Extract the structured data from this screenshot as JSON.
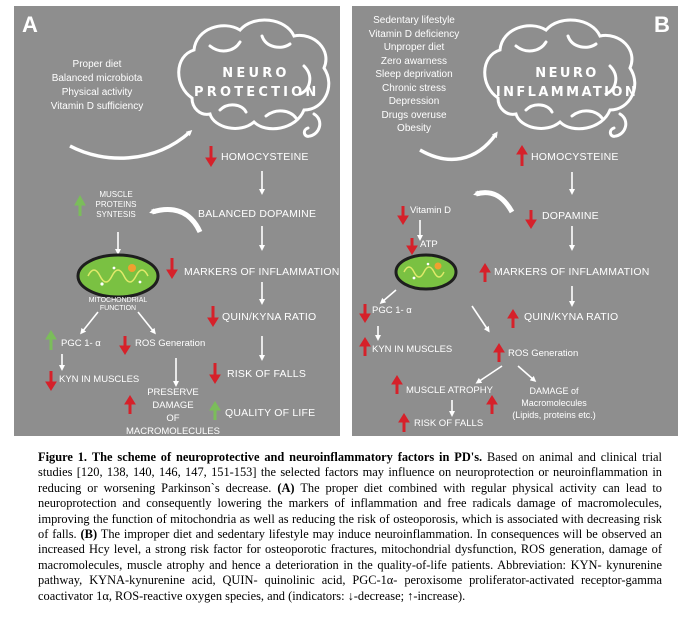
{
  "panel_a": {
    "letter": "A",
    "title_line1": "NEURO",
    "title_line2": "PROTECTION",
    "factors": [
      "Proper diet",
      "Balanced microbiota",
      "Physical activity",
      "Vitamin D sufficiency"
    ],
    "homocysteine": "HOMOCYSTEINE",
    "dopamine": "BALANCED DOPAMINE",
    "muscle_line1": "MUSCLE",
    "muscle_line2": "PROTEINS",
    "muscle_line3": "SYNTESIS",
    "markers": "MARKERS OF INFLAMMATION",
    "mito_line1": "MITOCHONDRIAL",
    "mito_line2": "FUNCTION",
    "quin": "QUIN/KYNA RATIO",
    "pgc": "PGC 1- α",
    "ros": "ROS Generation",
    "kyn": "KYN IN MUSCLES",
    "falls": "RISK OF FALLS",
    "preserve_line1": "PRESERVE",
    "preserve_line2": "DAMAGE",
    "preserve_line3": "OF",
    "preserve_line4": "MACROMOLECULES",
    "quality": "QUALITY OF LIFE"
  },
  "panel_b": {
    "letter": "B",
    "title_line1": "NEURO",
    "title_line2": "INFLAMMATION",
    "factors": [
      "Sedentary lifestyle",
      "Vitamin D deficiency",
      "Unproper diet",
      "Zero awarness",
      "Sleep deprivation",
      "Chronic stress",
      "Depression",
      "Drugs overuse",
      "Obesity"
    ],
    "homocysteine": "HOMOCYSTEINE",
    "vitd": "Vitamin D",
    "dopamine": "DOPAMINE",
    "atp": "ATP",
    "markers": "MARKERS OF INFLAMMATION",
    "pgc": "PGC 1- α",
    "quin": "QUIN/KYNA RATIO",
    "kyn": "KYN IN MUSCLES",
    "ros": "ROS Generation",
    "atrophy": "MUSCLE ATROPHY",
    "damage_line1": "DAMAGE of",
    "damage_line2": "Macromolecules",
    "damage_line3": "(Lipids, proteins etc.)",
    "falls": "RISK OF FALLS"
  },
  "caption": {
    "label": "Figure 1.",
    "title": "The scheme of neuroprotective and neuroinflammatory factors in PD's.",
    "text1": "Based on animal and clinical trial studies [120, 138, 140, 146, 147, 151-153] the selected factors may influence on neuroprotection or neuroinflammation in reducing or worsening Parkinson`s decrease.",
    "tag_a": "(A)",
    "text2": "The proper diet combined with regular physical activity can lead to neuroprotection and consequently lowering the markers of inflammation and free radicals damage of macromolecules, improving the function of mitochondria as well as reducing the risk of osteoporosis, which is associated with decreasing risk of falls.",
    "tag_b": "(B)",
    "text3": "The improper diet and sedentary lifestyle may induce neuroinflammation. In consequences will be observed an increased Hcy level, a strong risk factor for osteoporotic fractures, mitochondrial dysfunction, ROS generation, damage of macromolecules, muscle atrophy and hence a deterioration in the quality-of-life patients. Abbreviation: KYN- kynurenine pathway, KYNA-kynurenine acid, QUIN- quinolinic acid, PGC-1α- peroxisome proliferator-activated receptor-gamma coactivator 1α, ROS-reactive oxygen species, and (indicators: ↓-decrease; ↑-increase)."
  },
  "colors": {
    "panel": "#8e8e8e",
    "down": "#d6212a",
    "up": "#7bbd5a",
    "up_b": "#d6212a",
    "mito": "#7ac142"
  }
}
